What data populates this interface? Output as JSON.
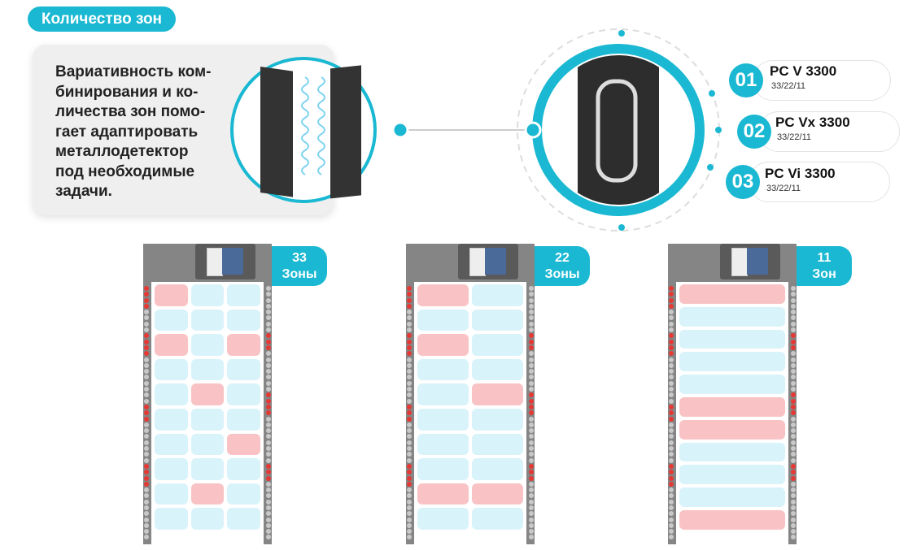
{
  "title": "Количество зон",
  "description": "Вариативность ком-\nбинирования и ко-\nличества зон помо-\nгает адаптировать\nметаллодетектор\nпод необходимые\nзадачи.",
  "models": [
    {
      "num": "01",
      "name": "PC V 3300",
      "zones": "33/22/11"
    },
    {
      "num": "02",
      "name": "PC Vx 3300",
      "zones": "33/22/11"
    },
    {
      "num": "03",
      "name": "PC Vi 3300",
      "zones": "33/22/11"
    }
  ],
  "colors": {
    "accent": "#1ab8d2",
    "active": "#f9c3c5",
    "idle": "#d9f3fa"
  },
  "detectors": [
    {
      "count": "33",
      "label": "Зоны",
      "cols": 3,
      "grid": [
        [
          1,
          0,
          0
        ],
        [
          0,
          0,
          0
        ],
        [
          1,
          0,
          1
        ],
        [
          0,
          0,
          0
        ],
        [
          0,
          1,
          0
        ],
        [
          0,
          0,
          0
        ],
        [
          0,
          0,
          1
        ],
        [
          0,
          0,
          0
        ],
        [
          0,
          1,
          0
        ],
        [
          0,
          0,
          0
        ]
      ]
    },
    {
      "count": "22",
      "label": "Зоны",
      "cols": 2,
      "grid": [
        [
          1,
          0
        ],
        [
          0,
          0
        ],
        [
          1,
          0
        ],
        [
          0,
          0
        ],
        [
          0,
          1
        ],
        [
          0,
          0
        ],
        [
          0,
          0
        ],
        [
          0,
          0
        ],
        [
          1,
          1
        ],
        [
          0,
          0
        ]
      ]
    },
    {
      "count": "11",
      "label": "Зон",
      "cols": 1,
      "grid": [
        [
          1
        ],
        [
          0
        ],
        [
          0
        ],
        [
          0
        ],
        [
          0
        ],
        [
          1
        ],
        [
          1
        ],
        [
          0
        ],
        [
          0
        ],
        [
          0
        ],
        [
          1
        ]
      ]
    }
  ]
}
